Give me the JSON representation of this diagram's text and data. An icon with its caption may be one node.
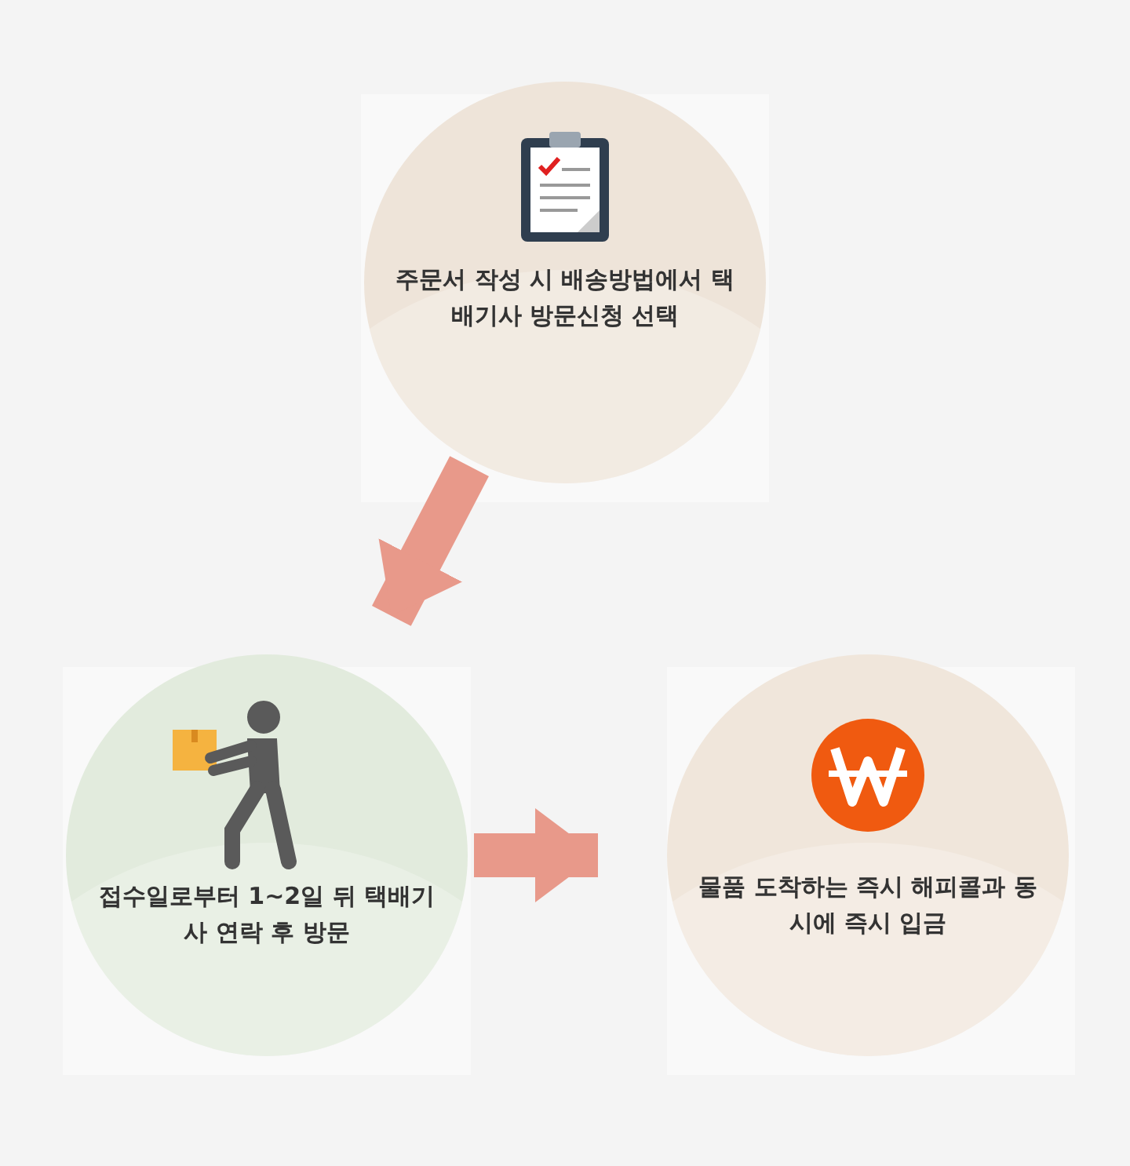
{
  "diagram": {
    "nodes": [
      {
        "text": [
          "주문서 작성 시 배송방법에서 **택배기사 방문신청** 선택"
        ]
      },
      {
        "text": [
          "접수일로부터 1~2일 뒤 택배기사 연락 후 방문"
        ]
      },
      {
        "text": [
          "물품 도착하는 즉시 해피콜과 동시에 **즉시 입금**"
        ]
      }
    ],
    "edges": [
      {
        "from": 0,
        "to": 1,
        "arrow": "to"
      },
      {
        "from": 1,
        "to": 2,
        "arrow": "to"
      }
    ]
  }
}
